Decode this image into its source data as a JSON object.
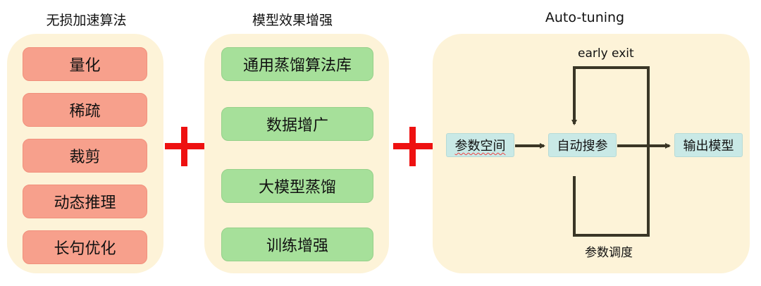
{
  "columns": [
    {
      "title": "无损加速算法",
      "items": [
        "量化",
        "稀疏",
        "裁剪",
        "动态推理",
        "长句优化"
      ]
    },
    {
      "title": "模型效果增强",
      "items": [
        "通用蒸馏算法库",
        "数据增广",
        "大模型蒸馏",
        "训练增强"
      ]
    },
    {
      "title": "Auto-tuning",
      "nodes": {
        "param_space": "参数空间",
        "auto_search": "自动搜参",
        "output_model": "输出模型"
      },
      "loop_labels": {
        "early_exit": "early exit",
        "param_schedule": "参数调度"
      }
    }
  ],
  "colors": {
    "panel": "#fdf3d8",
    "red_box": "#f7a08c",
    "green_box": "#a6e09a",
    "teal_box": "#c9e9e6",
    "plus": "#ee1111",
    "arrow": "#3a3626"
  },
  "icons": [
    "plus-icon",
    "plus-icon"
  ]
}
